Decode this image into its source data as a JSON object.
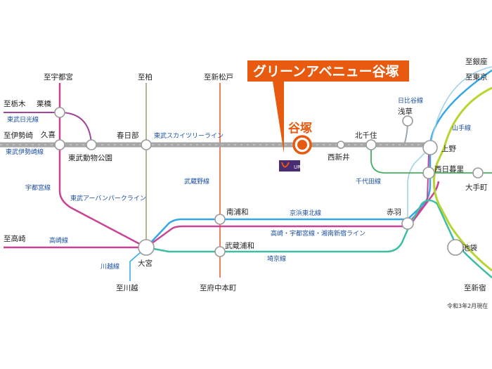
{
  "banner": {
    "text": "グリーンアベニュー谷塚"
  },
  "main_station": "谷塚",
  "ur_logo_text": "UR",
  "stations": {
    "kurihashi": "栗橋",
    "kuki": "久喜",
    "tobu_zoo": "東武動物公園",
    "kasukabe": "春日部",
    "nishiarai": "西新井",
    "kitasenju": "北千住",
    "asakusa": "浅草",
    "ueno": "上野",
    "nishinippori": "西日暮里",
    "otemachi": "大手町",
    "minamiurawa": "南浦和",
    "akabane": "赤羽",
    "omiya": "大宮",
    "musashiurawa": "武蔵浦和",
    "ikebukuro": "池袋"
  },
  "destinations": {
    "to_utsunomiya": "至宇都宮",
    "to_kashiwa": "至柏",
    "to_shinmatsudo": "至新松戸",
    "to_tochigi": "至栃木",
    "to_isesaki": "至伊勢崎",
    "to_ginza": "至銀座",
    "to_tokyo": "至東京",
    "to_takasaki": "至高崎",
    "to_kawagoe": "至川越",
    "to_fuchuhommachi": "至府中本町",
    "to_shinjuku": "至新宿"
  },
  "lines": {
    "tobu_nikko": "東武日光線",
    "tobu_isesaki": "東武伊勢崎線",
    "skytree": "東武スカイツリーライン",
    "hibiya": "日比谷線",
    "yamanote": "山手線",
    "chiyoda": "千代田線",
    "utsunomiya": "宇都宮線",
    "urban_park": "東武アーバンパークライン",
    "musashino": "武蔵野線",
    "keihin_tohoku": "京浜東北線",
    "takasaki_shonan": "高崎・宇都宮線・湘南新宿ライン",
    "takasaki": "高崎線",
    "kawagoe": "川越線",
    "saikyo": "埼京線"
  },
  "colors": {
    "skytree": "#a6a6a6",
    "tobu_nikko": "#a0479b",
    "takasaki_utsunomiya": "#c94394",
    "keihin_tohoku": "#35a6e8",
    "saikyo": "#3dbda3",
    "yamanote": "#b8d430",
    "chiyoda": "#45b05e",
    "hibiya": "#9aa5b0",
    "musashino": "#f08060",
    "urban_park": "#9c9c6a",
    "jobansen": "#9aa5b0",
    "ginza": "#b9d8e8",
    "accent_orange": "#e85a0f"
  },
  "note": "令和3年2月現在"
}
